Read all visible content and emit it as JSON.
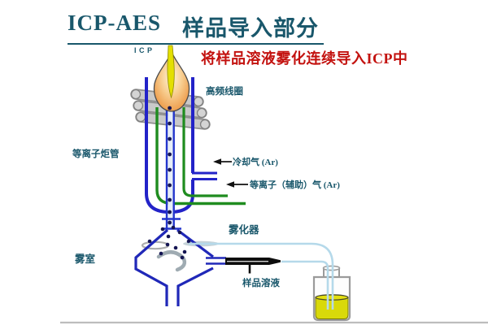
{
  "header": {
    "title_latin": "ICP-AES",
    "title_cn": "样品导入部分",
    "subtitle_red": "将样品溶液雾化连续导入ICP中"
  },
  "diagram": {
    "labels": {
      "icp": "ICP",
      "coil": "高频线圈",
      "torch": "等离子炬管",
      "cooling_gas": "冷却气 (Ar)",
      "auxiliary_gas": "等离子（辅助）气 (Ar)",
      "nebulizer": "雾化器",
      "spray_chamber": "雾室",
      "sample_solution": "样品溶液"
    },
    "colors": {
      "title_teal": "#19576B",
      "note_red": "#C3120F",
      "tube_blue": "#2323C8",
      "gas_green": "#1F8C1F",
      "coil_gray": "#C9C9C9",
      "flame_orange": "#EE9F4A",
      "flame_yellow": "#E3DF00",
      "capillary_blue": "#B5D9EA",
      "liquid_yellow": "#D9D909",
      "aerosol_dot_navy": "#141452",
      "baseline_gray": "#BDBDBD"
    }
  }
}
